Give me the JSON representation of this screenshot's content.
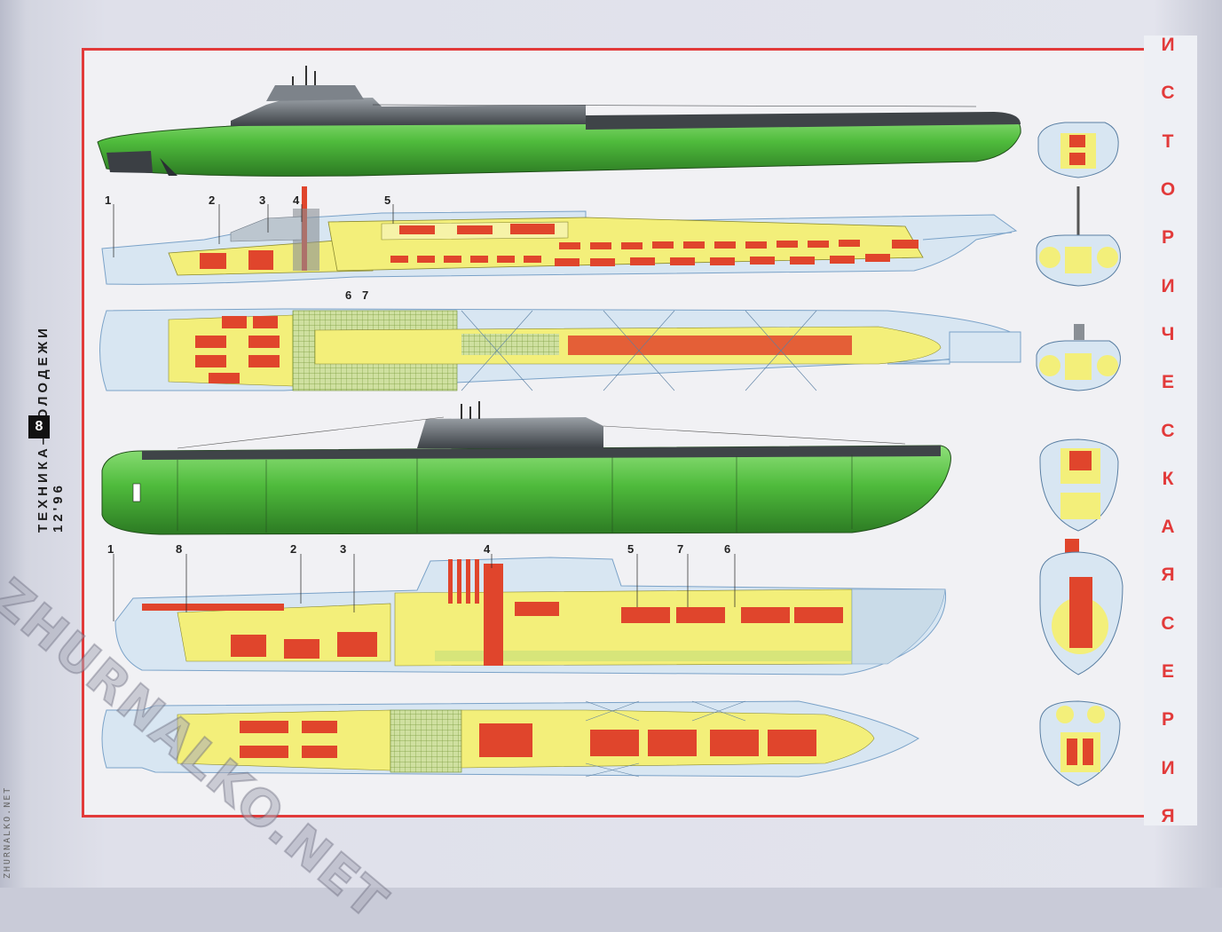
{
  "magazine": {
    "title": "ТЕХНИКА–МОЛОДЕЖИ",
    "issue": "12'96",
    "page_number": "8"
  },
  "series_title_letters": [
    "И",
    "С",
    "Т",
    "О",
    "Р",
    "И",
    "Ч",
    "Е",
    "С",
    "К",
    "А",
    "Я",
    "С",
    "Е",
    "Р",
    "И",
    "Я"
  ],
  "watermark": {
    "main": "ZHURNALKO.NET",
    "side": "ZHURNALKO.NET"
  },
  "callouts_sub1": {
    "n1": "1",
    "n2": "2",
    "n3": "3",
    "n4": "4",
    "n5": "5",
    "n6": "6",
    "n7": "7"
  },
  "callouts_sub2": {
    "n1": "1",
    "n8": "8",
    "n2": "2",
    "n3": "3",
    "n4": "4",
    "n5": "5",
    "n7": "7",
    "n6": "6"
  },
  "colors": {
    "frame_red": "#e23a3a",
    "hull_green": "#4caf3c",
    "deck_gray": "#6e7378",
    "compartment_yellow": "#f3ef7a",
    "equipment_red": "#e0452c",
    "outline_blue": "#a9c8e2"
  }
}
